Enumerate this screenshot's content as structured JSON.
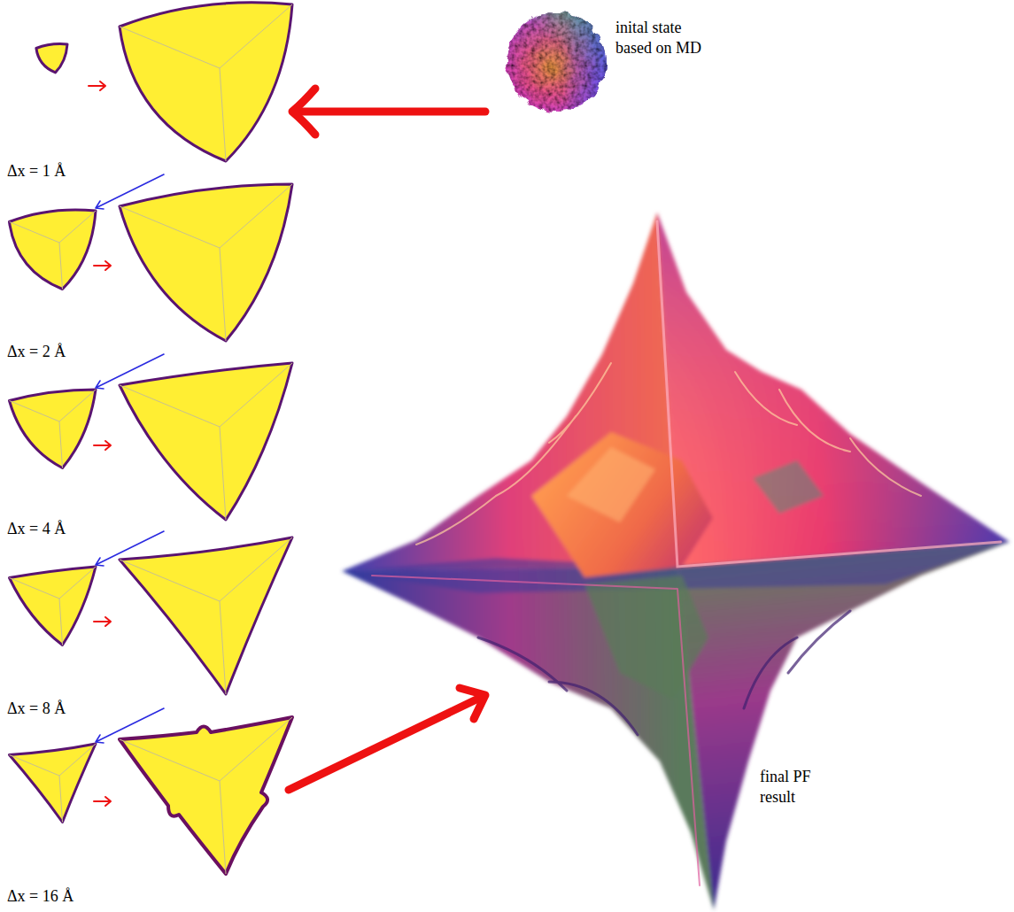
{
  "diagram": {
    "labels": [
      "Δx = 1 Å",
      "Δx = 2 Å",
      "Δx = 4 Å",
      "Δx = 8 Å",
      "Δx = 16 Å",
      "inital state based on MD",
      "final PF result"
    ]
  }
}
